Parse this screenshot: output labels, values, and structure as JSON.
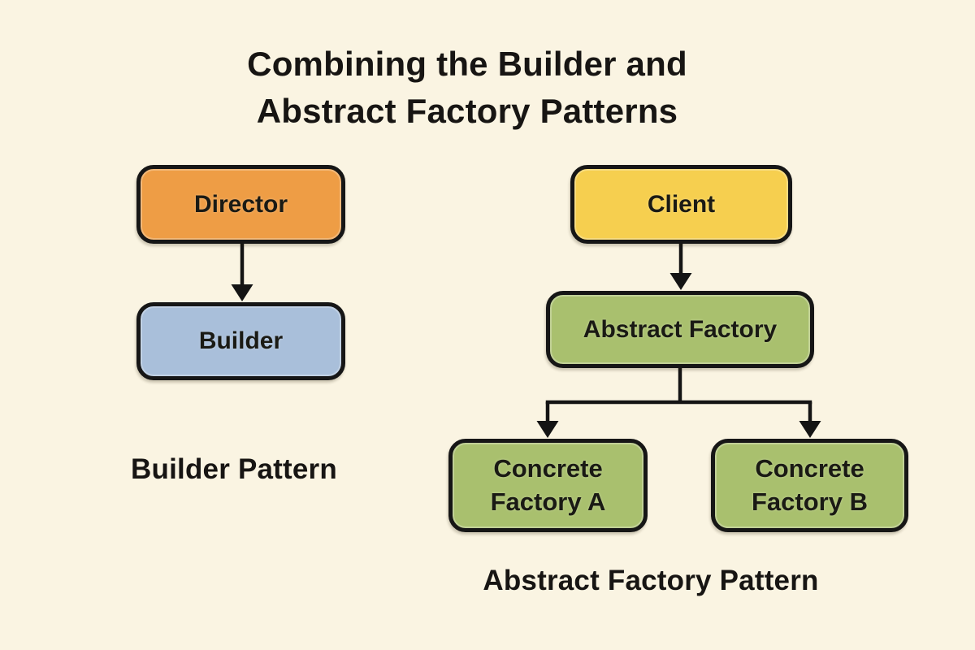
{
  "title": {
    "line1": "Combining the Builder and",
    "line2": "Abstract Factory Patterns"
  },
  "builder_pattern": {
    "caption": "Builder Pattern",
    "director_label": "Director",
    "builder_label": "Builder"
  },
  "abstract_factory_pattern": {
    "caption": "Abstract Factory Pattern",
    "client_label": "Client",
    "abstract_factory_label": "Abstract Factory",
    "concrete_factory_a_label": "Concrete Factory A",
    "concrete_factory_b_label": "Concrete Factory B"
  },
  "colors": {
    "background": "#FAF4E2",
    "director_fill": "#EE9D45",
    "builder_fill": "#A9BFDA",
    "client_fill": "#F6CF4F",
    "factory_fill": "#A9C06E",
    "line_stroke": "#141414"
  }
}
